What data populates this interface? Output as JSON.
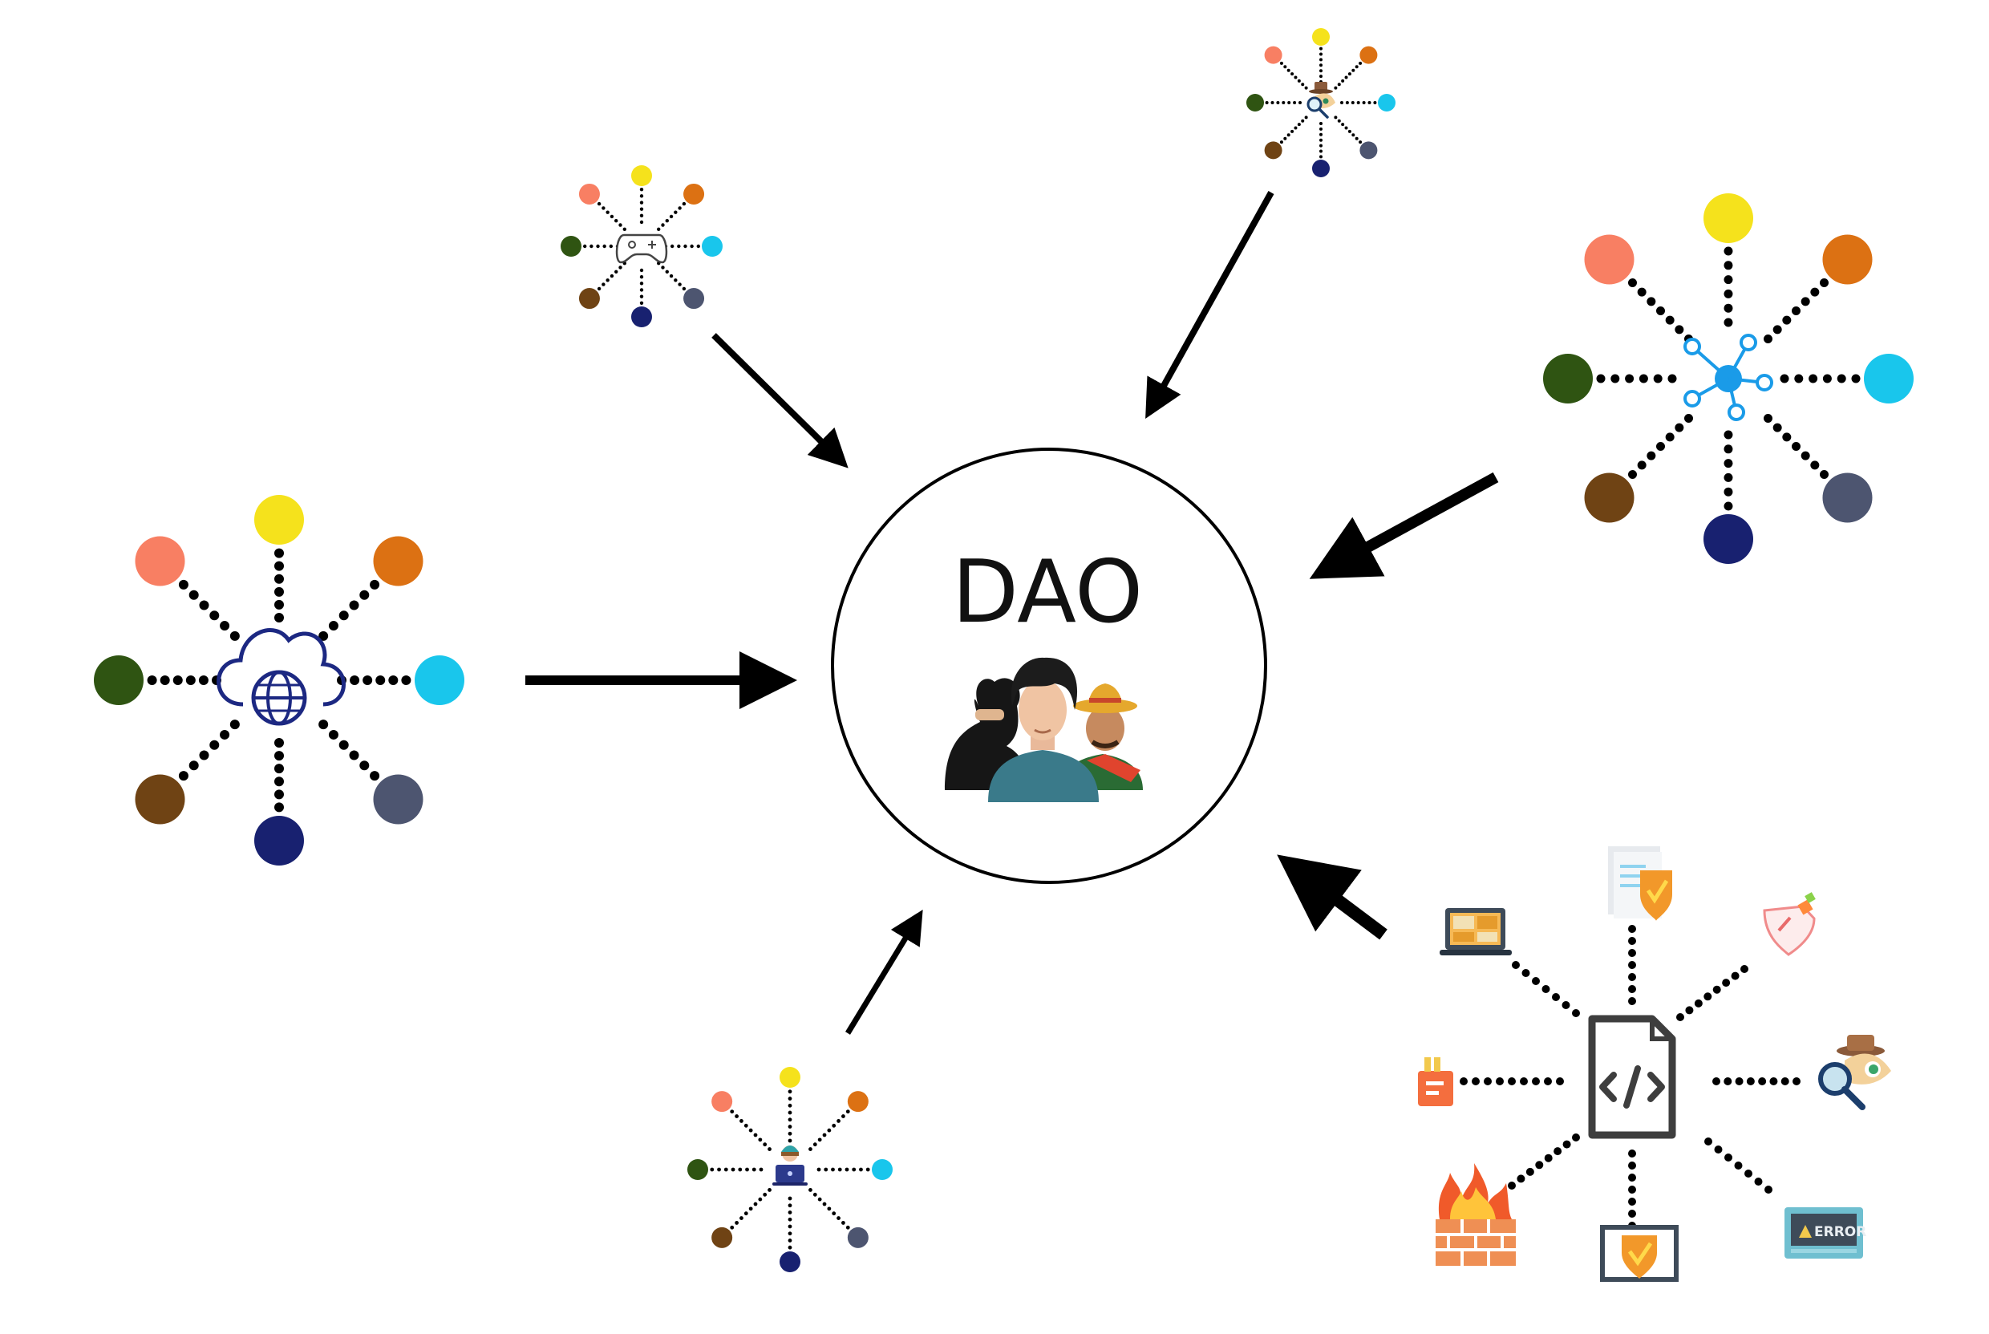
{
  "center": {
    "label": "DAO",
    "icon": "community-people-icon"
  },
  "colors": {
    "salmon": "#f87f63",
    "yellow": "#f5e21c",
    "orange": "#dc7113",
    "green": "#2f5412",
    "cyan": "#19c6ec",
    "brown": "#6f4314",
    "slate": "#4d5570",
    "navy": "#182170",
    "blue": "#1a9be8",
    "dark_icon": "#1c2882"
  },
  "clusters": [
    {
      "id": "cloud-globe",
      "icon": "cloud-globe-icon"
    },
    {
      "id": "gamepad",
      "icon": "gamepad-icon"
    },
    {
      "id": "spy-search",
      "icon": "spy-search-icon"
    },
    {
      "id": "network-hub",
      "icon": "network-hub-icon"
    },
    {
      "id": "hacker-laptop",
      "icon": "hacker-laptop-icon"
    }
  ],
  "code_cluster": {
    "icon": "code-file-icon",
    "items": [
      "shield-document-icon",
      "laptop-dashboard-icon",
      "usb-shield-icon",
      "usb-card-icon",
      "spy-search-icon",
      "firewall-icon",
      "monitor-shield-icon",
      "error-screen-icon"
    ],
    "error_label": "ERROR"
  }
}
